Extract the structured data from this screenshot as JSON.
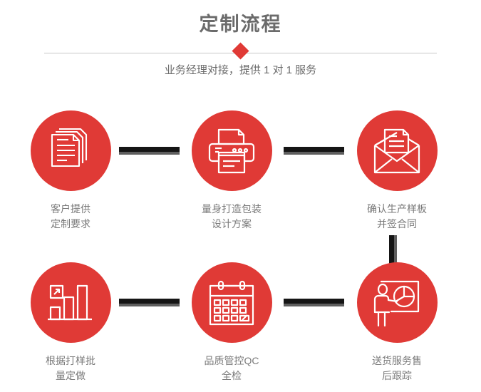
{
  "header": {
    "title": "定制流程",
    "subtitle": "业务经理对接，提供 1 对 1 服务",
    "diamond_color": "#e03a36",
    "divider_color": "#c8c8c8",
    "title_color": "#6b6b6b"
  },
  "theme": {
    "circle_color": "#e03a36",
    "connector_dark": "#151515",
    "connector_gray": "#5e5e5e",
    "label_color": "#7a7a7a",
    "background": "#ffffff"
  },
  "steps": [
    {
      "index": 1,
      "icon": "documents-stack-icon",
      "label": "客户提供\n定制要求"
    },
    {
      "index": 2,
      "icon": "printer-icon",
      "label": "量身打造包装\n设计方案"
    },
    {
      "index": 3,
      "icon": "envelope-letter-icon",
      "label": "确认生产样板\n并签合同"
    },
    {
      "index": 4,
      "icon": "bar-chart-growth-icon",
      "label": "根据打样批\n量定做"
    },
    {
      "index": 5,
      "icon": "calendar-check-icon",
      "label": "品质管控QC\n全检"
    },
    {
      "index": 6,
      "icon": "presenter-pie-chart-icon",
      "label": "送货服务售\n后跟踪"
    }
  ],
  "connectors": [
    {
      "name": "connector-step1-step2",
      "orientation": "horizontal"
    },
    {
      "name": "connector-step2-step3",
      "orientation": "horizontal"
    },
    {
      "name": "connector-step3-step6",
      "orientation": "vertical"
    },
    {
      "name": "connector-step4-step5",
      "orientation": "horizontal"
    },
    {
      "name": "connector-step5-step6",
      "orientation": "horizontal"
    }
  ]
}
